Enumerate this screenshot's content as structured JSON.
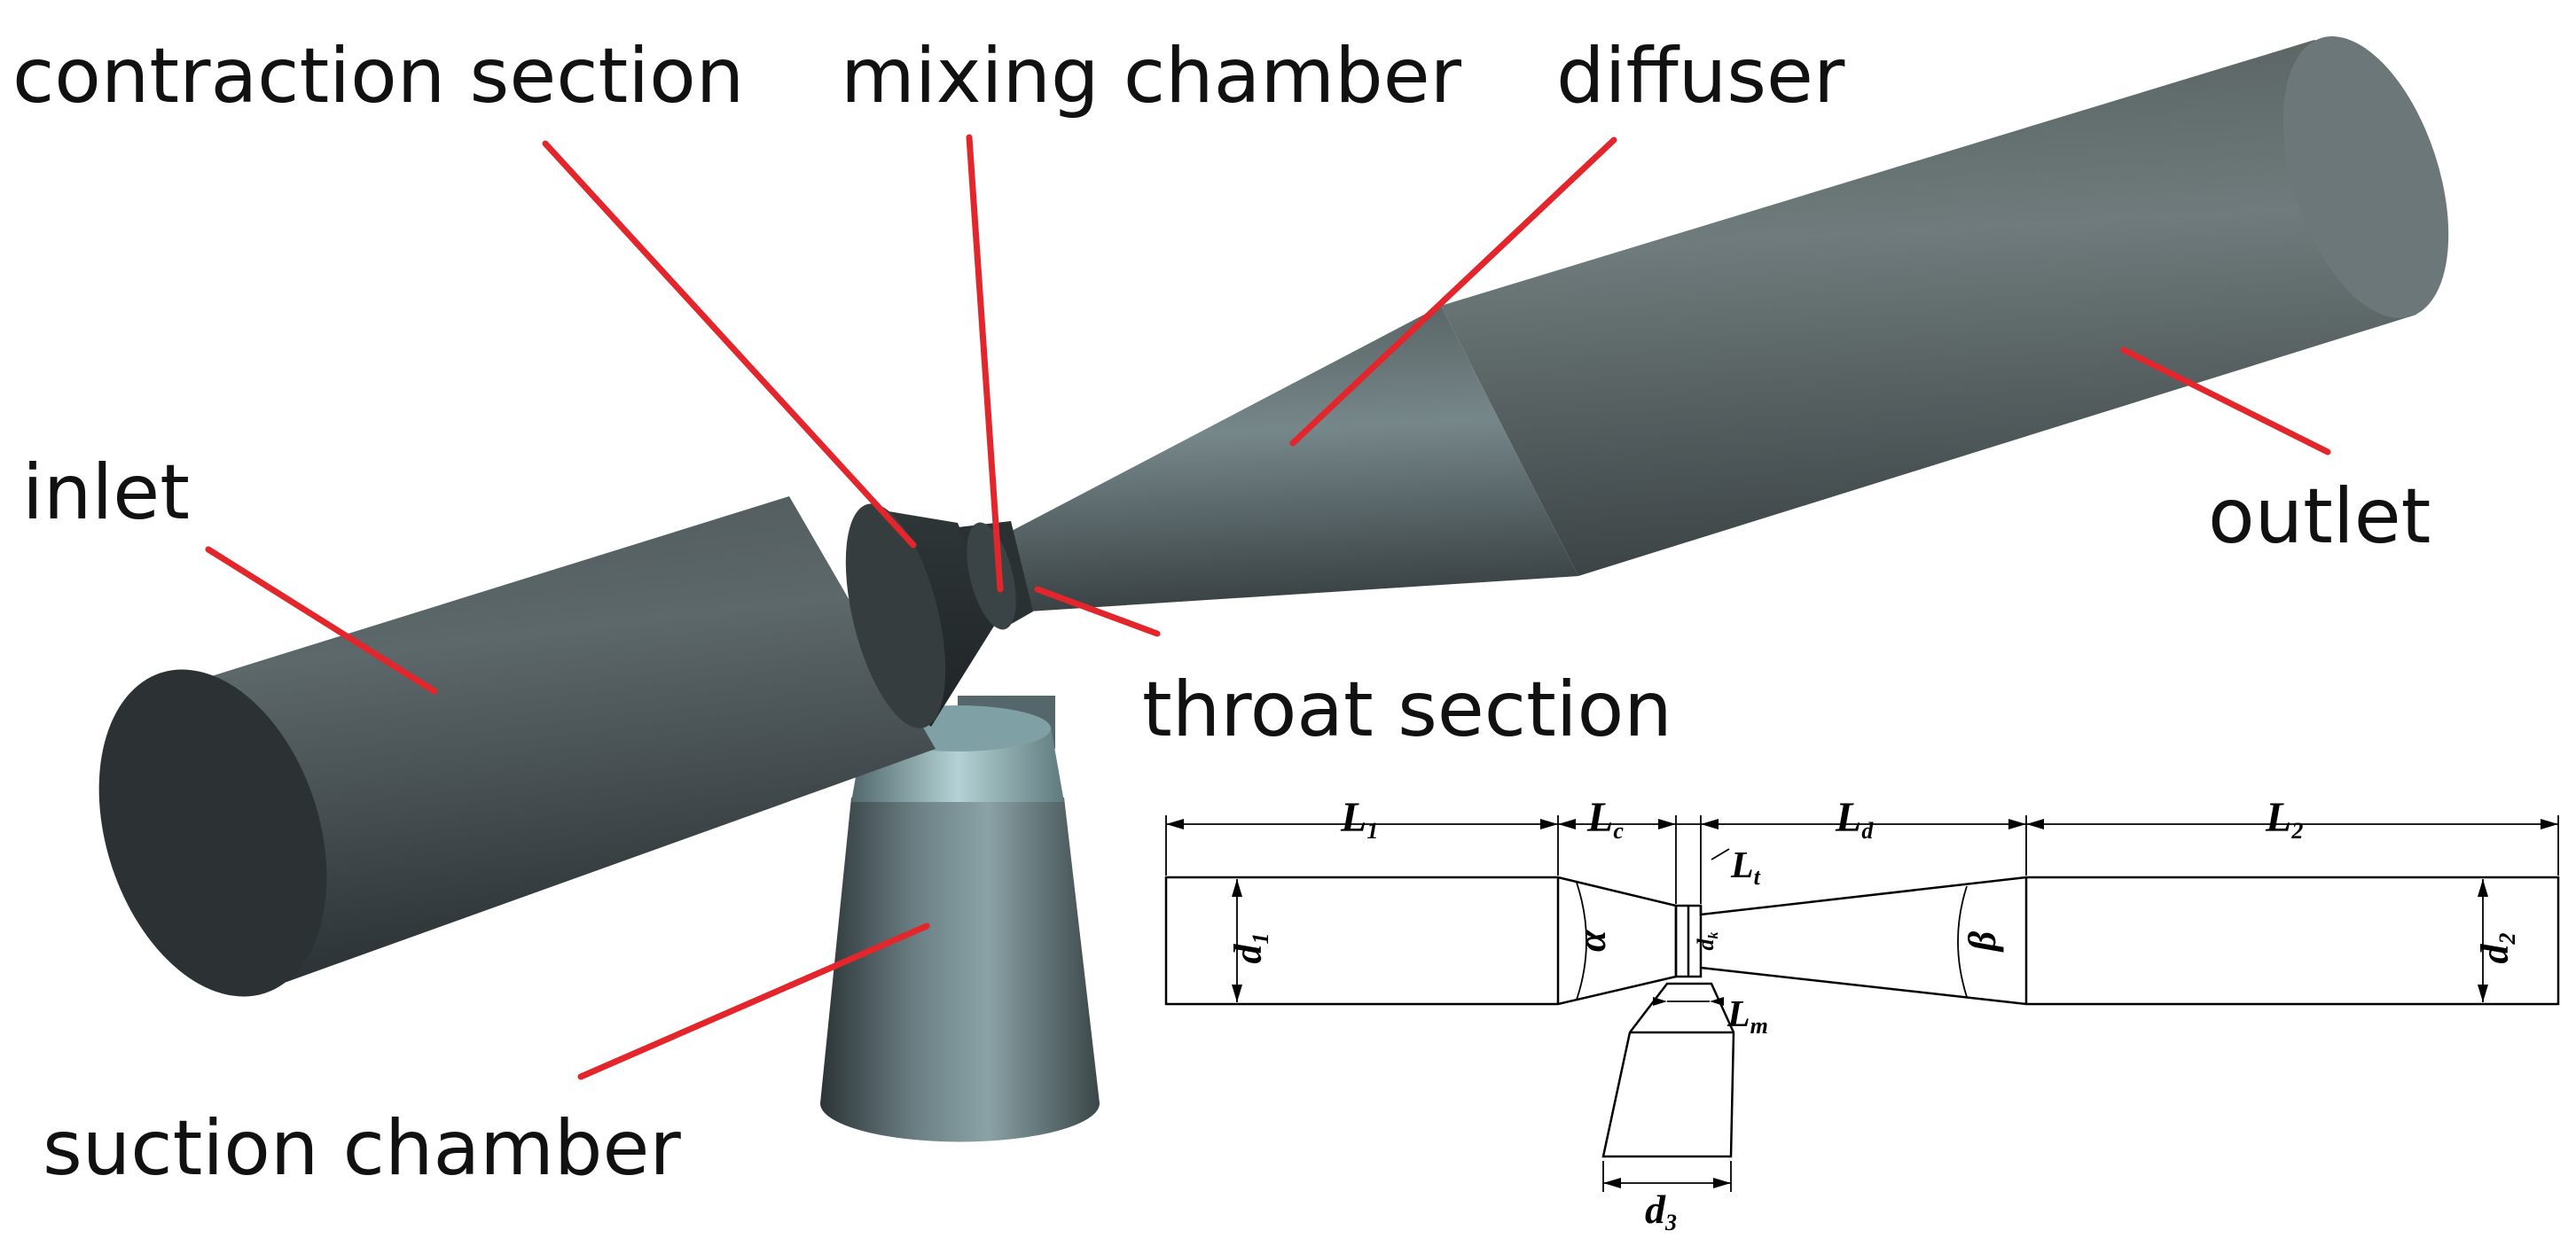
{
  "labels": {
    "contraction": "contraction section",
    "mixing": "mixing chamber",
    "diffuser": "diffuser",
    "inlet": "inlet",
    "outlet": "outlet",
    "throat": "throat section",
    "suction": "suction chamber"
  },
  "dimensions": {
    "L1": {
      "base": "L",
      "sub": "1"
    },
    "Lc": {
      "base": "L",
      "sub": "c"
    },
    "Ld": {
      "base": "L",
      "sub": "d"
    },
    "L2": {
      "base": "L",
      "sub": "2"
    },
    "Lt": {
      "base": "L",
      "sub": "t"
    },
    "Lm": {
      "base": "L",
      "sub": "m"
    },
    "d1": {
      "base": "d",
      "sub": "1"
    },
    "d2": {
      "base": "d",
      "sub": "2"
    },
    "d3": {
      "base": "d",
      "sub": "3"
    },
    "dk": {
      "base": "d",
      "sub": "k"
    },
    "alpha": "α",
    "beta": "β"
  },
  "colors": {
    "body_dark": "#2f3537",
    "body_mid": "#5b6568",
    "suction_light": "#9fc0c3",
    "leader": "#e3262b"
  }
}
